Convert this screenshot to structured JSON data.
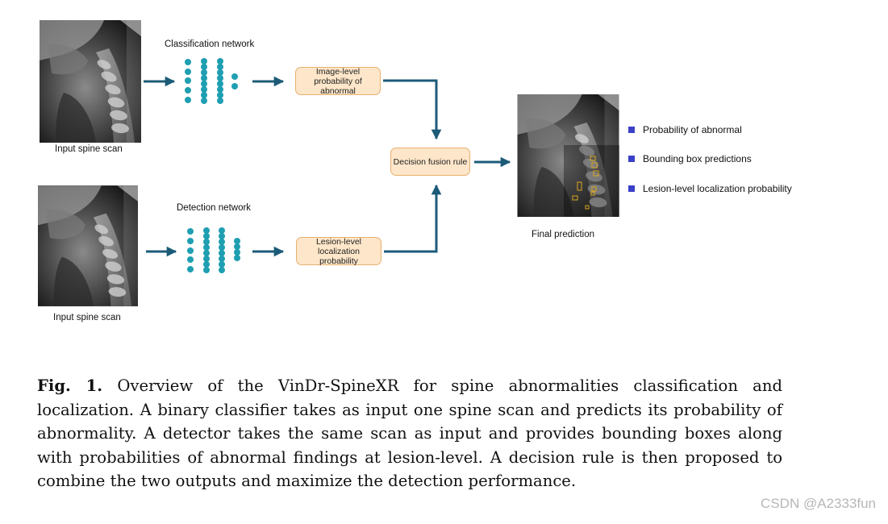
{
  "diagram": {
    "classification_title": "Classification network",
    "detection_title": "Detection network",
    "input_label_top": "Input spine scan",
    "input_label_bottom": "Input spine scan",
    "box_image_level": "Image-level probability of abnormal",
    "box_lesion_level": "Lesion-level localization probability",
    "box_fusion": "Decision fusion rule",
    "final_label": "Final prediction",
    "legend": [
      "Probability of abnormal",
      "Bounding box predictions",
      "Lesion-level localization probability"
    ],
    "colors": {
      "arrow": "#1c5b78",
      "neuron": "#1f9fb1",
      "box_fill": "#fde6c9",
      "box_border": "#e7b071",
      "legend_square": "#3a40c8",
      "bbox": "#d9a720"
    }
  },
  "caption": {
    "label": "Fig. 1.",
    "text": "Overview of the VinDr-SpineXR for spine abnormalities classification and localization. A binary classifier takes as input one spine scan and predicts its probability of abnormality. A detector takes the same scan as input and provides bounding boxes along with probabilities of abnormal findings at lesion-level. A decision rule is then proposed to combine the two outputs and maximize the detection performance."
  },
  "watermark": "CSDN @A2333fun"
}
